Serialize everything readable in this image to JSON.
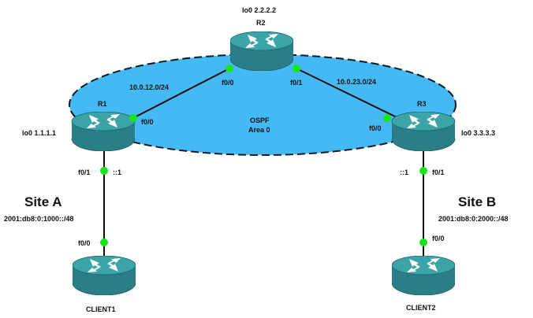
{
  "diagram": {
    "area": {
      "protocol": "OSPF",
      "area": "Area 0",
      "fill_color": "#45b9f3",
      "stroke_color": "#0d1b24"
    },
    "port_color": "#19e61a",
    "router_color": "#2f8f93",
    "routers": [
      {
        "id": "r1",
        "name": "R1",
        "loopback": "lo0 1.1.1.1"
      },
      {
        "id": "r2",
        "name": "R2",
        "loopback": "lo0 2.2.2.2"
      },
      {
        "id": "r3",
        "name": "R3",
        "loopback": "lo0 3.3.3.3"
      },
      {
        "id": "client1",
        "name": "CLIENT1"
      },
      {
        "id": "client2",
        "name": "CLIENT2"
      }
    ],
    "links": [
      {
        "id": "r1-r2",
        "subnet": "10.0.12.0/24",
        "a_port": "f0/0",
        "b_port": "f0/0"
      },
      {
        "id": "r2-r3",
        "subnet": "10.0.23.0/24",
        "a_port": "f0/1",
        "b_port": "f0/0"
      },
      {
        "id": "r1-client1",
        "a_port": "f0/1",
        "a_addr": "::1",
        "b_port": "f0/0"
      },
      {
        "id": "r3-client2",
        "a_port": "f0/1",
        "a_addr": "::1",
        "b_port": "f0/0"
      }
    ],
    "sites": [
      {
        "id": "site-a",
        "name": "Site A",
        "prefix": "2001:db8:0:1000::/48"
      },
      {
        "id": "site-b",
        "name": "Site B",
        "prefix": "2001:db8:0:2000::/48"
      }
    ]
  }
}
